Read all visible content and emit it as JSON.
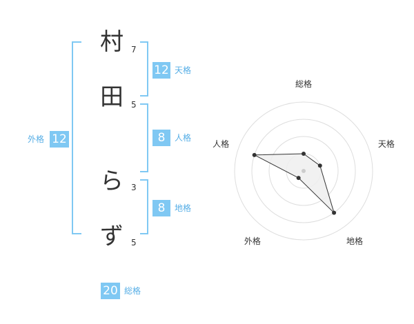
{
  "name_chars": [
    {
      "char": "村",
      "strokes": "7"
    },
    {
      "char": "田",
      "strokes": "5"
    },
    {
      "char": "ら",
      "strokes": "3"
    },
    {
      "char": "ず",
      "strokes": "5"
    }
  ],
  "fortune": {
    "tenkaku": {
      "label": "天格",
      "value": "12"
    },
    "jinkaku": {
      "label": "人格",
      "value": "8"
    },
    "chikaku": {
      "label": "地格",
      "value": "8"
    },
    "gaikaku": {
      "label": "外格",
      "value": "12"
    },
    "soukaku": {
      "label": "総格",
      "value": "20"
    }
  },
  "chart_data": {
    "type": "radar",
    "axes": [
      "総格",
      "天格",
      "地格",
      "外格",
      "人格"
    ],
    "values": [
      1,
      1,
      3,
      0.5,
      3
    ],
    "max": 4,
    "rings": 4,
    "colors": {
      "fill": "#eeeeee",
      "line": "#333333",
      "ring": "#dddddd",
      "point": "#333333",
      "center": "#cccccc"
    }
  },
  "colors": {
    "accent": "#7fc8f3",
    "label": "#56aee6"
  }
}
